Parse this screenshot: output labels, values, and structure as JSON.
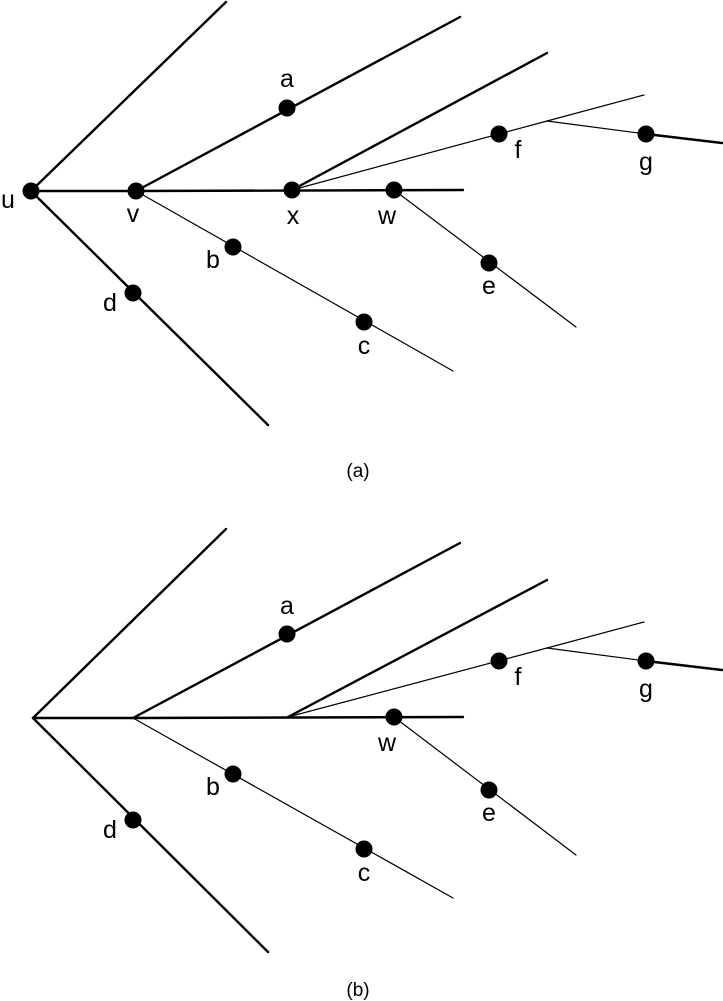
{
  "panels": [
    {
      "id": "a",
      "caption": "(a)",
      "labels": {
        "u": "u",
        "v": "v",
        "x": "x",
        "w": "w",
        "a": "a",
        "b": "b",
        "c": "c",
        "d": "d",
        "e": "e",
        "f": "f",
        "g": "g"
      }
    },
    {
      "id": "b",
      "caption": "(b)",
      "labels": {
        "w": "w",
        "a": "a",
        "b": "b",
        "c": "c",
        "d": "d",
        "e": "e",
        "f": "f",
        "g": "g"
      }
    }
  ]
}
